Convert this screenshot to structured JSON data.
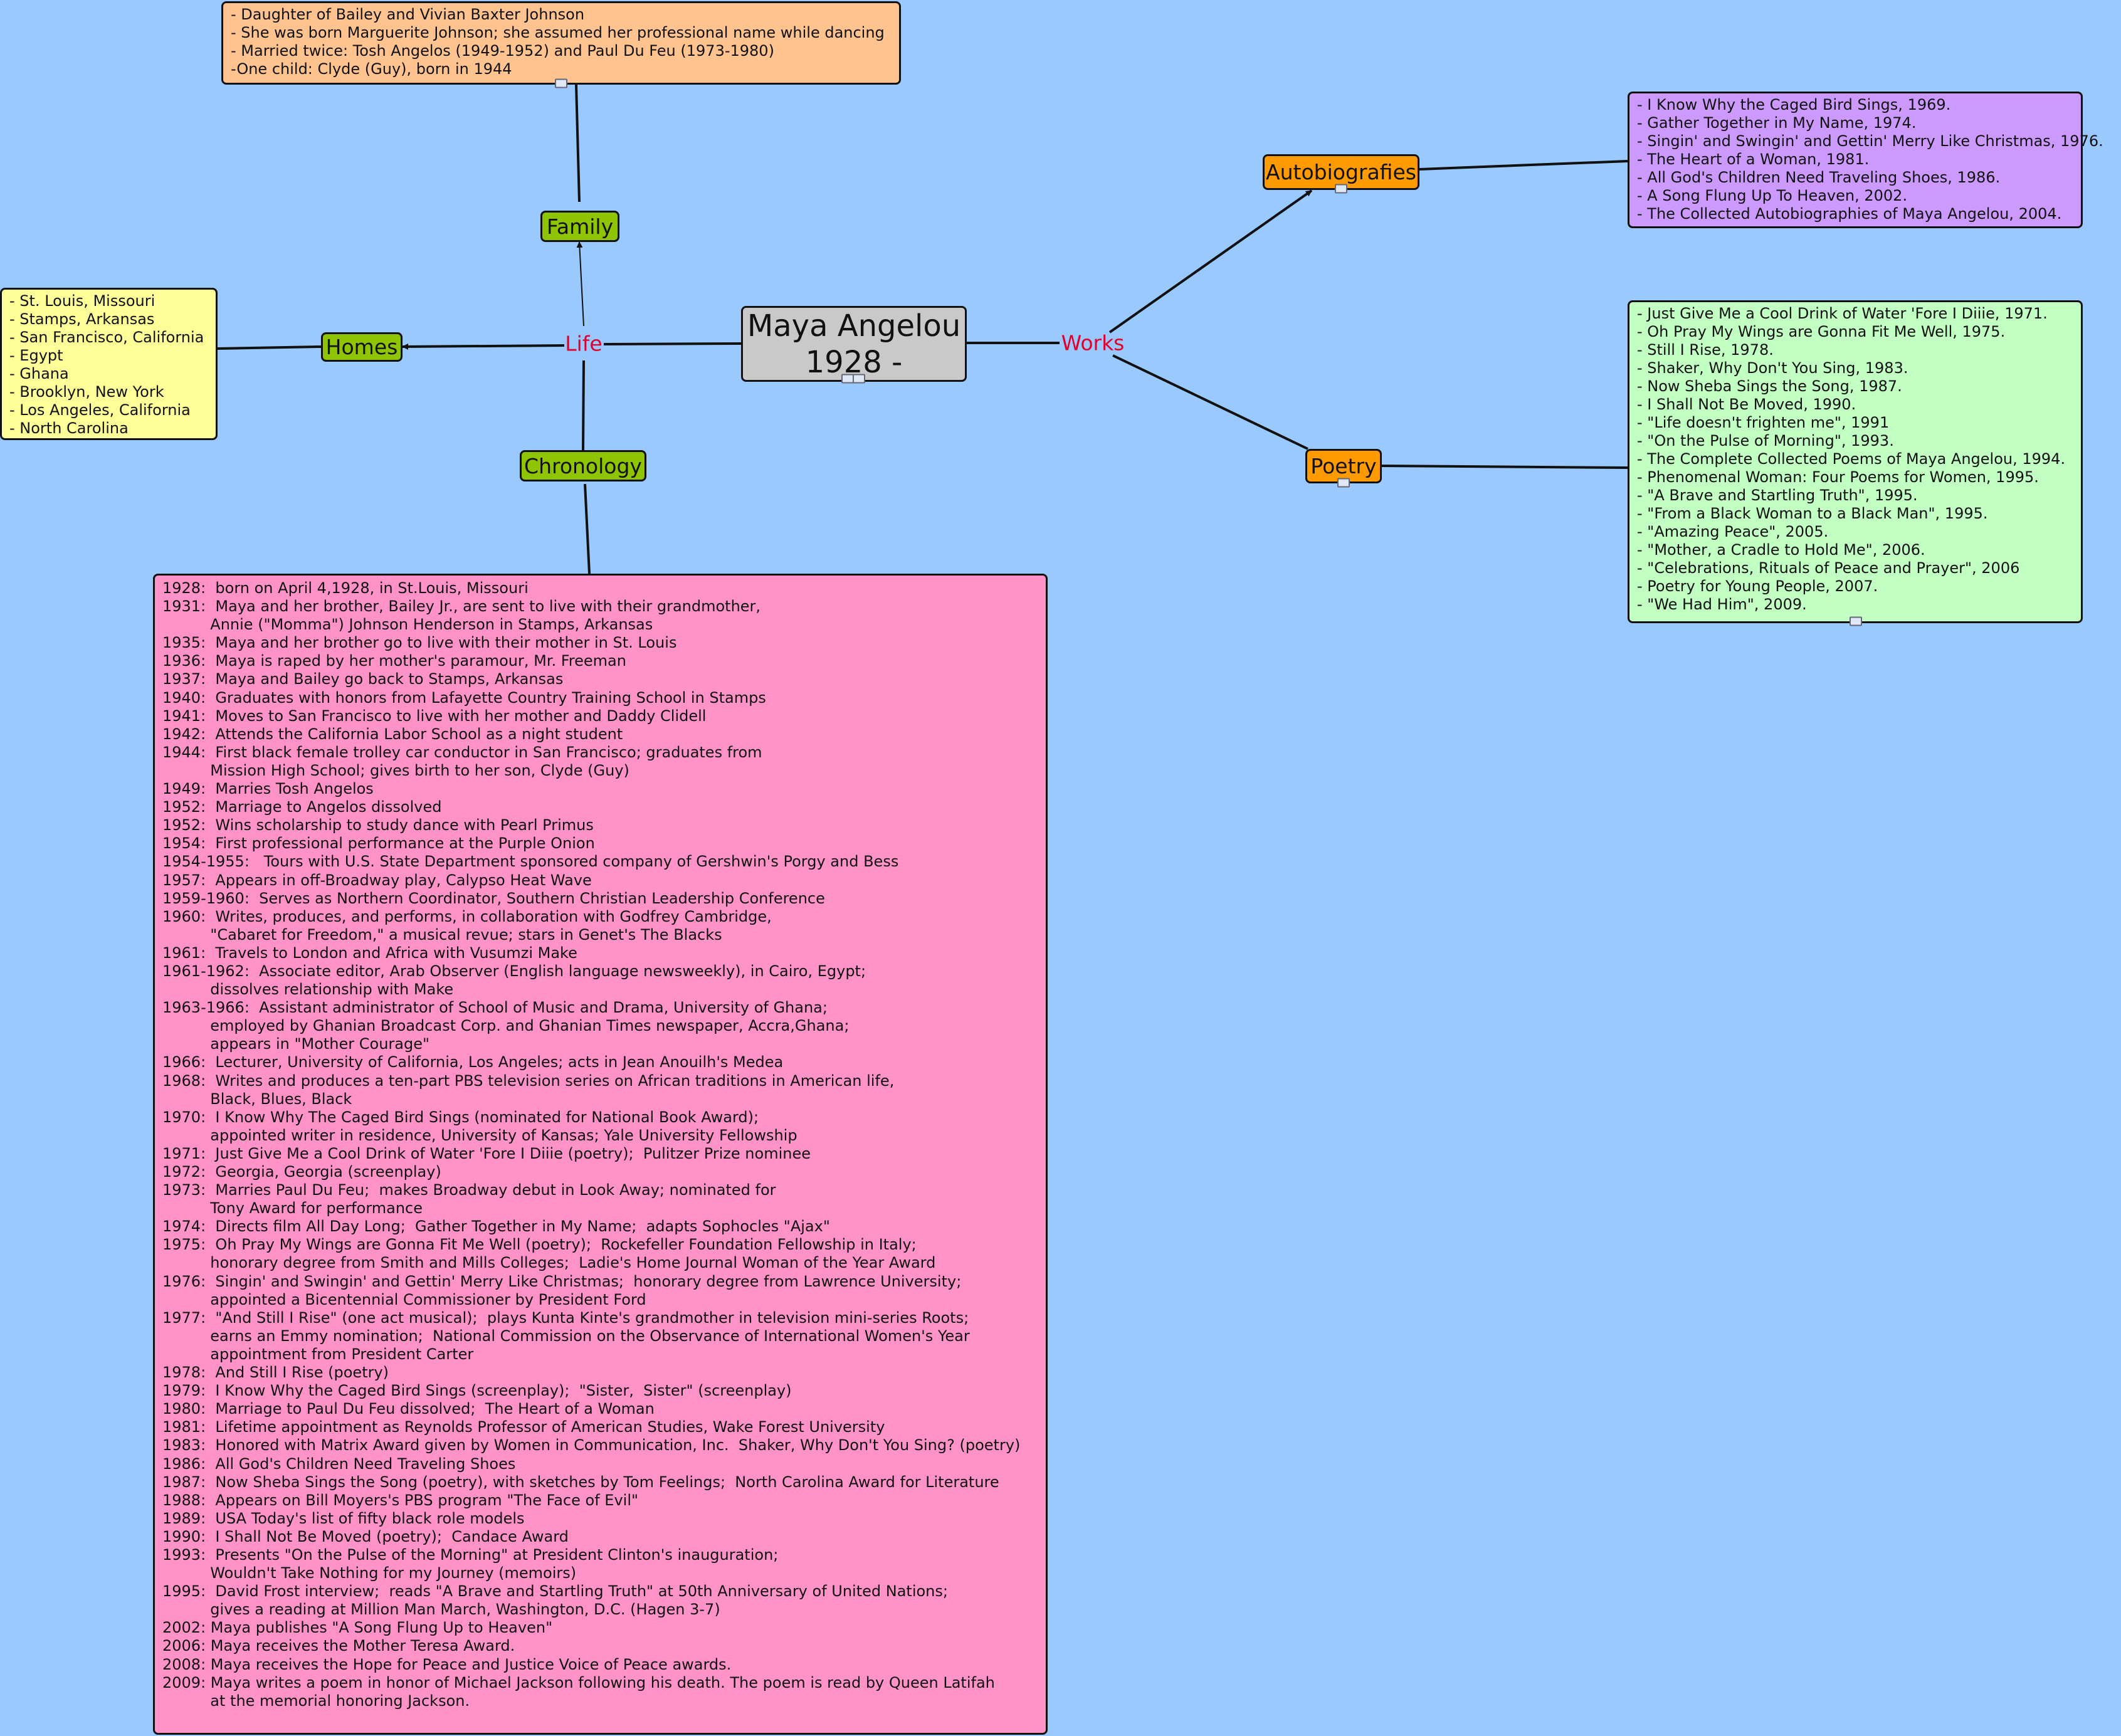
{
  "central": {
    "name": "Maya Angelou",
    "years": "1928 -"
  },
  "branches": {
    "life": "Life",
    "works": "Works"
  },
  "topics": {
    "family": "Family",
    "homes": "Homes",
    "chronology": "Chronology",
    "autobiografies": "Autobiografies",
    "poetry": "Poetry"
  },
  "notes": {
    "family": [
      "- Daughter of Bailey and Vivian Baxter Johnson",
      "- She was born Marguerite Johnson; she assumed her professional name while dancing",
      "- Married twice: Tosh Angelos (1949-1952) and Paul Du Feu (1973-1980)",
      "-One child: Clyde (Guy), born in 1944"
    ],
    "homes": [
      "- St. Louis, Missouri",
      "- Stamps, Arkansas",
      "- San Francisco, California",
      "- Egypt",
      "- Ghana",
      "- Brooklyn, New York",
      "- Los Angeles, California",
      "- North Carolina"
    ],
    "autobiografies": [
      "- I Know Why the Caged Bird Sings, 1969.",
      "- Gather Together in My Name, 1974.",
      "- Singin' and Swingin' and Gettin' Merry Like Christmas, 1976.",
      "- The Heart of a Woman, 1981.",
      "- All God's Children Need Traveling Shoes, 1986.",
      "- A Song Flung Up To Heaven, 2002.",
      "- The Collected Autobiographies of Maya Angelou, 2004."
    ],
    "poetry": [
      "- Just Give Me a Cool Drink of Water 'Fore I Diiie, 1971.",
      "- Oh Pray My Wings are Gonna Fit Me Well, 1975.",
      "- Still I Rise, 1978.",
      "- Shaker, Why Don't You Sing, 1983.",
      "- Now Sheba Sings the Song, 1987.",
      "- I Shall Not Be Moved, 1990.",
      "- \"Life doesn't frighten me\", 1991",
      "- \"On the Pulse of Morning\", 1993.",
      "- The Complete Collected Poems of Maya Angelou, 1994.",
      "- Phenomenal Woman: Four Poems for Women, 1995.",
      "- \"A Brave and Startling Truth\", 1995.",
      "- \"From a Black Woman to a Black Man\", 1995.",
      "- \"Amazing Peace\", 2005.",
      "- \"Mother, a Cradle to Hold Me\", 2006.",
      "- \"Celebrations, Rituals of Peace and Prayer\", 2006",
      "- Poetry for Young People, 2007.",
      "- \"We Had Him\", 2009."
    ],
    "chronology": [
      "1928:  born on April 4,1928, in St.Louis, Missouri",
      "1931:  Maya and her brother, Bailey Jr., are sent to live with their grandmother,",
      "          Annie (\"Momma\") Johnson Henderson in Stamps, Arkansas",
      "1935:  Maya and her brother go to live with their mother in St. Louis",
      "1936:  Maya is raped by her mother's paramour, Mr. Freeman",
      "1937:  Maya and Bailey go back to Stamps, Arkansas",
      "1940:  Graduates with honors from Lafayette Country Training School in Stamps",
      "1941:  Moves to San Francisco to live with her mother and Daddy Clidell",
      "1942:  Attends the California Labor School as a night student",
      "1944:  First black female trolley car conductor in San Francisco; graduates from",
      "          Mission High School; gives birth to her son, Clyde (Guy)",
      "1949:  Marries Tosh Angelos",
      "1952:  Marriage to Angelos dissolved",
      "1952:  Wins scholarship to study dance with Pearl Primus",
      "1954:  First professional performance at the Purple Onion",
      "1954-1955:   Tours with U.S. State Department sponsored company of Gershwin's Porgy and Bess",
      "1957:  Appears in off-Broadway play, Calypso Heat Wave",
      "1959-1960:  Serves as Northern Coordinator, Southern Christian Leadership Conference",
      "1960:  Writes, produces, and performs, in collaboration with Godfrey Cambridge,",
      "          \"Cabaret for Freedom,\" a musical revue; stars in Genet's The Blacks",
      "1961:  Travels to London and Africa with Vusumzi Make",
      "1961-1962:  Associate editor, Arab Observer (English language newsweekly), in Cairo, Egypt;",
      "          dissolves relationship with Make",
      "1963-1966:  Assistant administrator of School of Music and Drama, University of Ghana;",
      "          employed by Ghanian Broadcast Corp. and Ghanian Times newspaper, Accra,Ghana;",
      "          appears in \"Mother Courage\"",
      "1966:  Lecturer, University of California, Los Angeles; acts in Jean Anouilh's Medea",
      "1968:  Writes and produces a ten-part PBS television series on African traditions in American life,",
      "          Black, Blues, Black",
      "1970:  I Know Why The Caged Bird Sings (nominated for National Book Award);",
      "          appointed writer in residence, University of Kansas; Yale University Fellowship",
      "1971:  Just Give Me a Cool Drink of Water 'Fore I Diiie (poetry);  Pulitzer Prize nominee",
      "1972:  Georgia, Georgia (screenplay)",
      "1973:  Marries Paul Du Feu;  makes Broadway debut in Look Away; nominated for",
      "          Tony Award for performance",
      "1974:  Directs film All Day Long;  Gather Together in My Name;  adapts Sophocles \"Ajax\"",
      "1975:  Oh Pray My Wings are Gonna Fit Me Well (poetry);  Rockefeller Foundation Fellowship in Italy;",
      "          honorary degree from Smith and Mills Colleges;  Ladie's Home Journal Woman of the Year Award",
      "1976:  Singin' and Swingin' and Gettin' Merry Like Christmas;  honorary degree from Lawrence University;",
      "          appointed a Bicentennial Commissioner by President Ford",
      "1977:  \"And Still I Rise\" (one act musical);  plays Kunta Kinte's grandmother in television mini-series Roots;",
      "          earns an Emmy nomination;  National Commission on the Observance of International Women's Year",
      "          appointment from President Carter",
      "1978:  And Still I Rise (poetry)",
      "1979:  I Know Why the Caged Bird Sings (screenplay);  \"Sister,  Sister\" (screenplay)",
      "1980:  Marriage to Paul Du Feu dissolved;  The Heart of a Woman",
      "1981:  Lifetime appointment as Reynolds Professor of American Studies, Wake Forest University",
      "1983:  Honored with Matrix Award given by Women in Communication, Inc.  Shaker, Why Don't You Sing? (poetry)",
      "1986:  All God's Children Need Traveling Shoes",
      "1987:  Now Sheba Sings the Song (poetry), with sketches by Tom Feelings;  North Carolina Award for Literature",
      "1988:  Appears on Bill Moyers's PBS program \"The Face of Evil\"",
      "1989:  USA Today's list of fifty black role models",
      "1990:  I Shall Not Be Moved (poetry);  Candace Award",
      "1993:  Presents \"On the Pulse of the Morning\" at President Clinton's inauguration;",
      "          Wouldn't Take Nothing for my Journey (memoirs)",
      "1995:  David Frost interview;  reads \"A Brave and Startling Truth\" at 50th Anniversary of United Nations;",
      "          gives a reading at Million Man March, Washington, D.C. (Hagen 3-7)",
      "2002: Maya publishes \"A Song Flung Up to Heaven\"",
      "2006: Maya receives the Mother Teresa Award.",
      "2008: Maya receives the Hope for Peace and Justice Voice of Peace awards.",
      "2009: Maya writes a poem in honor of Michael Jackson following his death. The poem is read by Queen Latifah",
      "          at the memorial honoring Jackson."
    ]
  },
  "colors": {
    "background": "#99c9ff",
    "central": "#c9c9c9",
    "topic_green": "#8fc400",
    "topic_orange": "#ff9a00",
    "branch_label": "#e0002a",
    "note_family": "#ffc38f",
    "note_homes": "#ffff99",
    "note_autobiografies": "#cc99ff",
    "note_poetry": "#c2ffc2",
    "note_chronology": "#ff93c8"
  }
}
